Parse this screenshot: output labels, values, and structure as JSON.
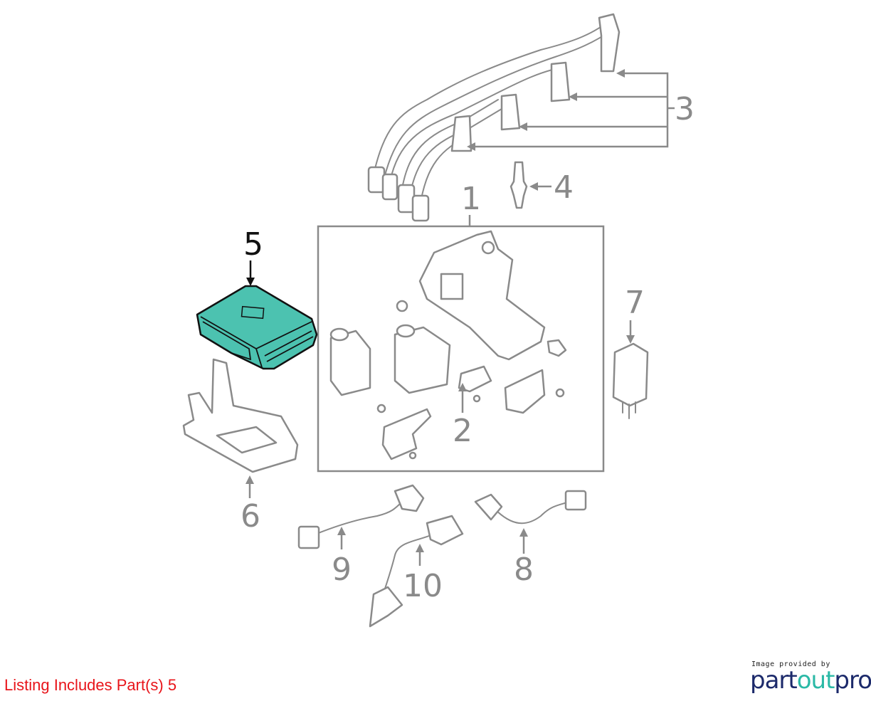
{
  "callouts": {
    "c1": "1",
    "c2": "2",
    "c3": "3",
    "c4": "4",
    "c5": "5",
    "c6": "6",
    "c7": "7",
    "c8": "8",
    "c9": "9",
    "c10": "10"
  },
  "selected_part": "5",
  "listing_text": "Listing Includes Part(s) 5",
  "credit": {
    "caption": "Image provided by",
    "logo_part1": "part",
    "logo_part2": "out",
    "logo_part3": "pro"
  },
  "colors": {
    "highlight": "#4cc2b0",
    "line": "#8a8a8a",
    "listing": "#e8141a",
    "logo_dark": "#1c2a6b",
    "logo_teal": "#2bb9a6"
  }
}
